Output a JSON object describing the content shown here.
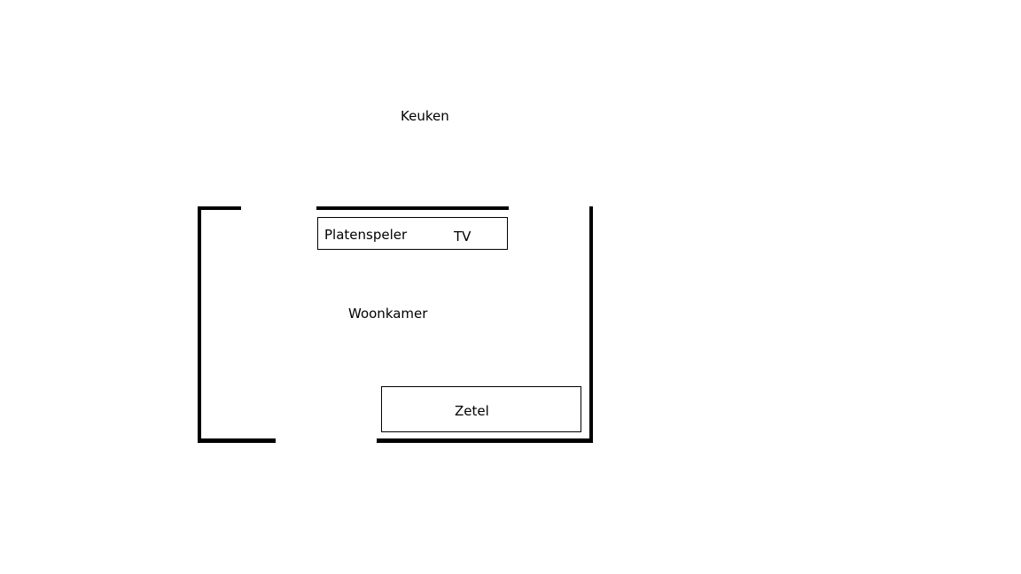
{
  "rooms": {
    "kitchen": "Keuken",
    "living_room": "Woonkamer"
  },
  "furniture": {
    "record_player": "Platenspeler",
    "tv": "TV",
    "sofa": "Zetel"
  },
  "colors": {
    "wall": "#000000",
    "background": "#ffffff"
  }
}
